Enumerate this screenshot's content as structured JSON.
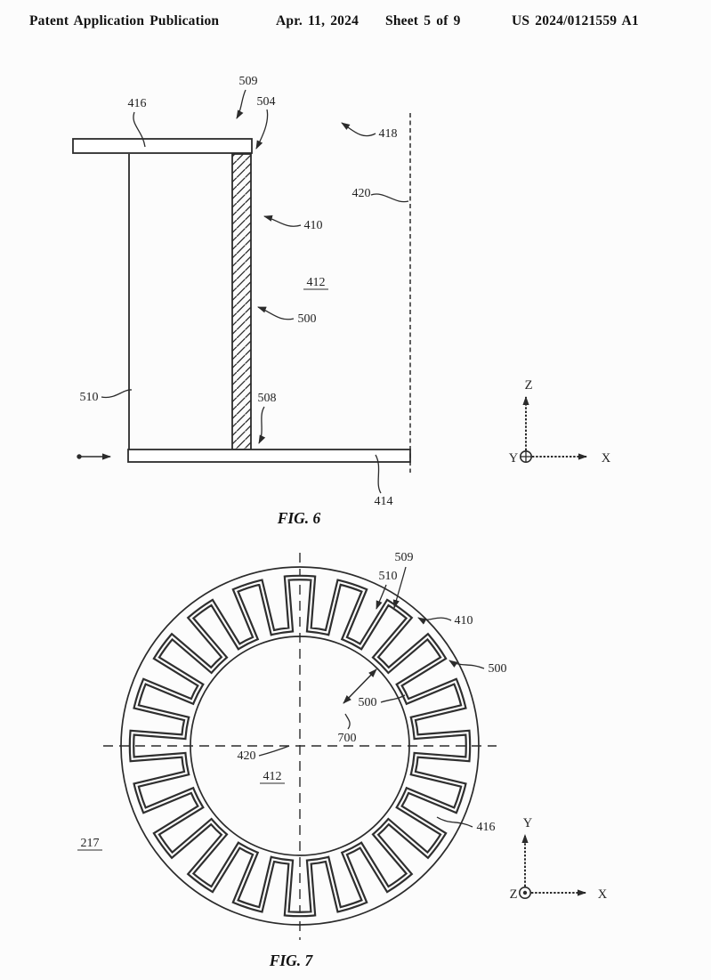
{
  "header": {
    "publication": "Patent Application Publication",
    "date": "Apr. 11, 2024",
    "sheet": "Sheet 5 of 9",
    "patent_number": "US 2024/0121559 A1"
  },
  "fig6": {
    "caption": "FIG. 6",
    "refs": {
      "r416": "416",
      "r509": "509",
      "r504": "504",
      "r418": "418",
      "r420": "420",
      "r410": "410",
      "r412": "412",
      "r500": "500",
      "r508": "508",
      "r510": "510",
      "r414": "414"
    },
    "axes": {
      "up": "Z",
      "right": "X",
      "origin": "Y"
    }
  },
  "fig7": {
    "caption": "FIG. 7",
    "refs": {
      "r509": "509",
      "r510": "510",
      "r410": "410",
      "r500_outer": "500",
      "r500_inner": "500",
      "r700": "700",
      "r420": "420",
      "r412": "412",
      "r217": "217",
      "r416": "416"
    },
    "axes": {
      "up": "Y",
      "right": "X",
      "origin": "Z"
    }
  },
  "colors": {
    "ink": "#2b2b2b",
    "paper": "#fcfcfc"
  }
}
